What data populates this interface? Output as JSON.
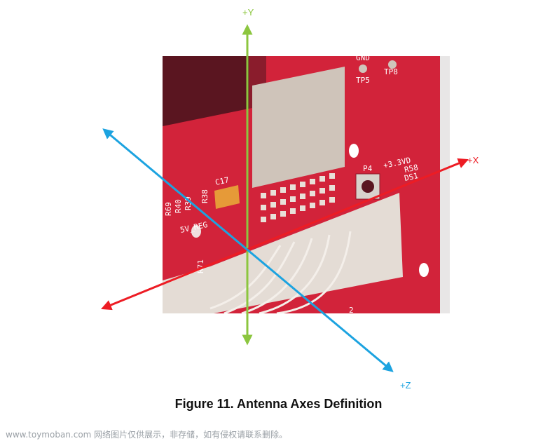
{
  "caption": "Figure 11. Antenna Axes Definition",
  "watermark": "www.toymoban.com 网络图片仅供展示，非存储，如有侵权请联系删除。",
  "axes": {
    "y": {
      "label": "+Y",
      "color": "#8cc63f"
    },
    "x": {
      "label": "+X",
      "color": "#ed1c24"
    },
    "z": {
      "label": "+Z",
      "color": "#1ca3e0"
    }
  },
  "board_labels": {
    "gnd": "GND",
    "tp5": "TP5",
    "tp8": "TP8",
    "p4": "P4",
    "v33": "+3.3VD",
    "r58": "R58",
    "ds1": "DS1",
    "c17": "C17",
    "r38": "R38",
    "r39": "R39",
    "r40": "R40",
    "r69": "R69",
    "r71": "R71",
    "five_v": "5V_REG",
    "two": "2"
  },
  "colors": {
    "pcb": "#d2233a",
    "pad": "#cfc4ba"
  }
}
